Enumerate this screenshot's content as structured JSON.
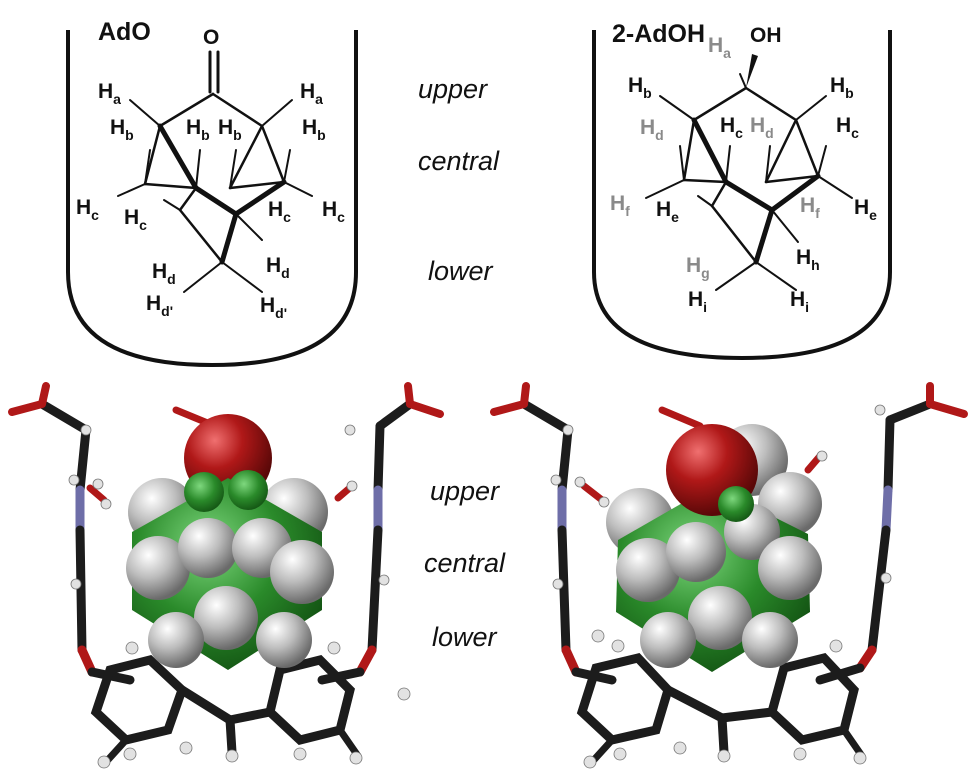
{
  "left_molecule": {
    "title": "AdO",
    "oxygen": "O",
    "labels": {
      "ha_l": {
        "main": "H",
        "sub": "a"
      },
      "ha_r": {
        "main": "H",
        "sub": "a"
      },
      "hb_1": {
        "main": "H",
        "sub": "b"
      },
      "hb_2": {
        "main": "H",
        "sub": "b"
      },
      "hb_3": {
        "main": "H",
        "sub": "b"
      },
      "hb_4": {
        "main": "H",
        "sub": "b"
      },
      "hc_1": {
        "main": "H",
        "sub": "c"
      },
      "hc_2": {
        "main": "H",
        "sub": "c"
      },
      "hc_3": {
        "main": "H",
        "sub": "c"
      },
      "hc_4": {
        "main": "H",
        "sub": "c"
      },
      "hd_l": {
        "main": "H",
        "sub": "d"
      },
      "hd_r": {
        "main": "H",
        "sub": "d"
      },
      "hdp_l": {
        "main": "H",
        "sub": "d'"
      },
      "hdp_r": {
        "main": "H",
        "sub": "d'"
      }
    }
  },
  "right_molecule": {
    "title": "2-AdOH",
    "hydroxyl": "OH",
    "labels": {
      "ha": {
        "main": "H",
        "sub": "a"
      },
      "hb_l": {
        "main": "H",
        "sub": "b"
      },
      "hb_r": {
        "main": "H",
        "sub": "b"
      },
      "hd_l": {
        "main": "H",
        "sub": "d"
      },
      "hc_l": {
        "main": "H",
        "sub": "c"
      },
      "hd_m": {
        "main": "H",
        "sub": "d"
      },
      "hc_r": {
        "main": "H",
        "sub": "c"
      },
      "hf_l": {
        "main": "H",
        "sub": "f"
      },
      "he_l": {
        "main": "H",
        "sub": "e"
      },
      "hf_r": {
        "main": "H",
        "sub": "f"
      },
      "he_r": {
        "main": "H",
        "sub": "e"
      },
      "hg": {
        "main": "H",
        "sub": "g"
      },
      "hh": {
        "main": "H",
        "sub": "h"
      },
      "hi_l": {
        "main": "H",
        "sub": "i"
      },
      "hi_r": {
        "main": "H",
        "sub": "i"
      }
    }
  },
  "regions_top": {
    "upper": "upper",
    "central": "central",
    "lower": "lower"
  },
  "regions_bottom": {
    "upper": "upper",
    "central": "central",
    "lower": "lower"
  },
  "colors": {
    "carbon_stick": "#1c1c1c",
    "oxygen": "#b01818",
    "nitrogen": "#6e6ea8",
    "hydrogen": "#cfcfcf",
    "guest_carbon": "#2a8a2a",
    "gray_label": "#8a8a8a"
  }
}
